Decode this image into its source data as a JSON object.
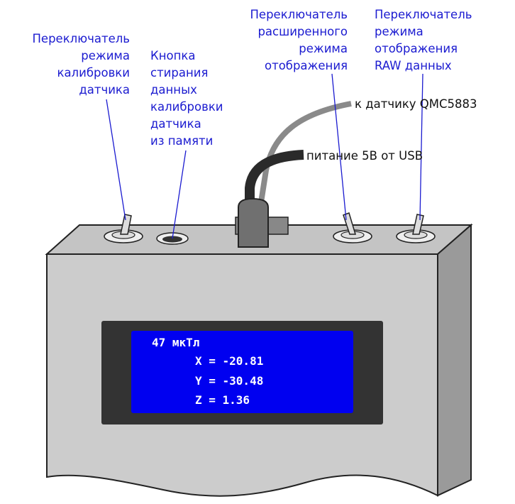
{
  "labels": {
    "calibration_switch": [
      "Переключатель",
      "режима",
      "калибровки",
      "датчика"
    ],
    "erase_button": [
      "Кнопка",
      "стирания",
      "данных",
      "калибровки",
      "датчика",
      "из памяти"
    ],
    "extended_switch": [
      "Переключатель",
      "расширенного",
      "режима",
      "отображения"
    ],
    "raw_switch": [
      "Переключатель",
      "режима",
      "отображения",
      "RAW данных"
    ],
    "sensor_cable": "к датчику QMC5883",
    "power_cable": "питание 5В от USB"
  },
  "lcd": {
    "line1": "47 мкТл",
    "line2": "X = -20.81",
    "line3": "Y = -30.48",
    "line4": "Z = 1.36"
  },
  "colors": {
    "label": "#1b1bd0",
    "lcd_bg": "#0000f0",
    "bezel": "#333333",
    "body": "#cccccc"
  }
}
